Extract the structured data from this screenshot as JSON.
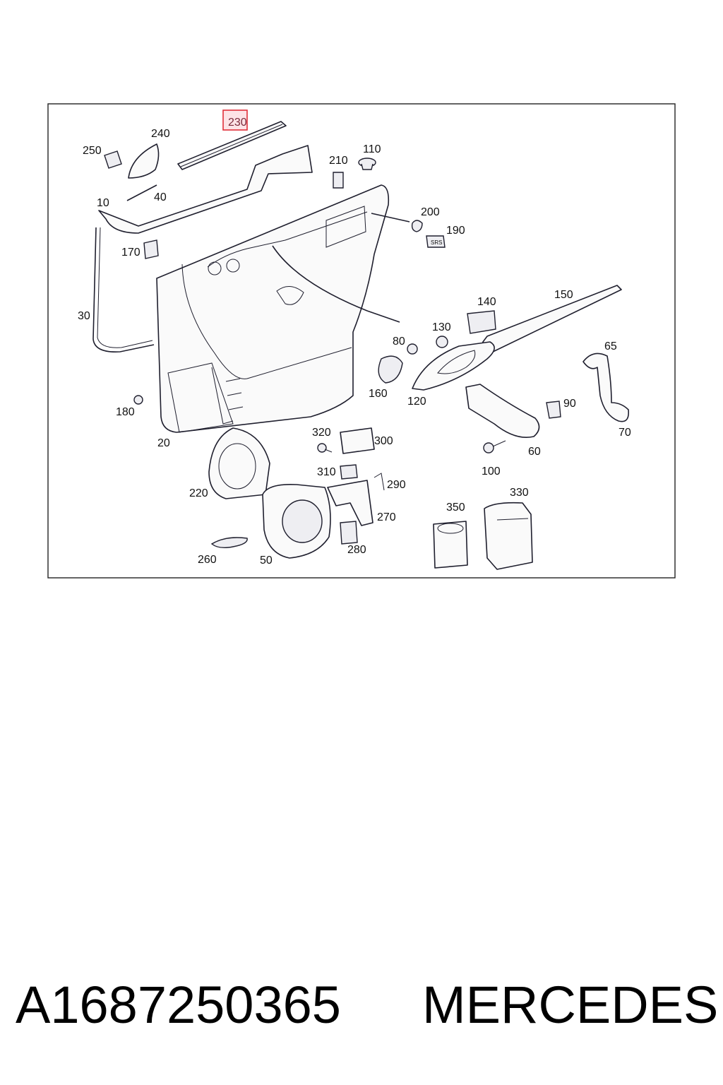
{
  "diagram": {
    "highlighted_label": "230",
    "labels": [
      {
        "key": "250",
        "text": "250"
      },
      {
        "key": "240",
        "text": "240"
      },
      {
        "key": "40",
        "text": "40"
      },
      {
        "key": "10",
        "text": "10"
      },
      {
        "key": "210",
        "text": "210"
      },
      {
        "key": "110",
        "text": "110"
      },
      {
        "key": "200",
        "text": "200"
      },
      {
        "key": "190",
        "text": "190"
      },
      {
        "key": "170",
        "text": "170"
      },
      {
        "key": "30",
        "text": "30"
      },
      {
        "key": "150",
        "text": "150"
      },
      {
        "key": "140",
        "text": "140"
      },
      {
        "key": "130",
        "text": "130"
      },
      {
        "key": "80",
        "text": "80"
      },
      {
        "key": "65",
        "text": "65"
      },
      {
        "key": "160",
        "text": "160"
      },
      {
        "key": "120",
        "text": "120"
      },
      {
        "key": "90",
        "text": "90"
      },
      {
        "key": "180",
        "text": "180"
      },
      {
        "key": "70",
        "text": "70"
      },
      {
        "key": "20",
        "text": "20"
      },
      {
        "key": "320",
        "text": "320"
      },
      {
        "key": "300",
        "text": "300"
      },
      {
        "key": "60",
        "text": "60"
      },
      {
        "key": "100",
        "text": "100"
      },
      {
        "key": "310",
        "text": "310"
      },
      {
        "key": "290",
        "text": "290"
      },
      {
        "key": "220",
        "text": "220"
      },
      {
        "key": "330",
        "text": "330"
      },
      {
        "key": "350",
        "text": "350"
      },
      {
        "key": "270",
        "text": "270"
      },
      {
        "key": "280",
        "text": "280"
      },
      {
        "key": "260",
        "text": "260"
      },
      {
        "key": "50",
        "text": "50"
      }
    ]
  },
  "caption": {
    "part_number": "A1687250365",
    "brand": "MERCEDES"
  }
}
